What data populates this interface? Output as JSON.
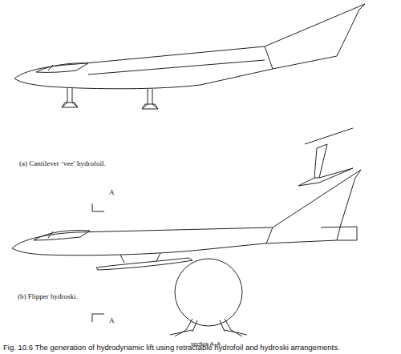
{
  "diagram": {
    "caption": "Fig. 10.6 The generation of hydrodynamic lift using retractable hydrofoil and hydroski arrangements.",
    "labels": [
      "(a) Cantilever ‘vee’ hydrofoil.",
      "A",
      "(b) Flipper hydroski.",
      "A",
      "section A–A"
    ]
  }
}
